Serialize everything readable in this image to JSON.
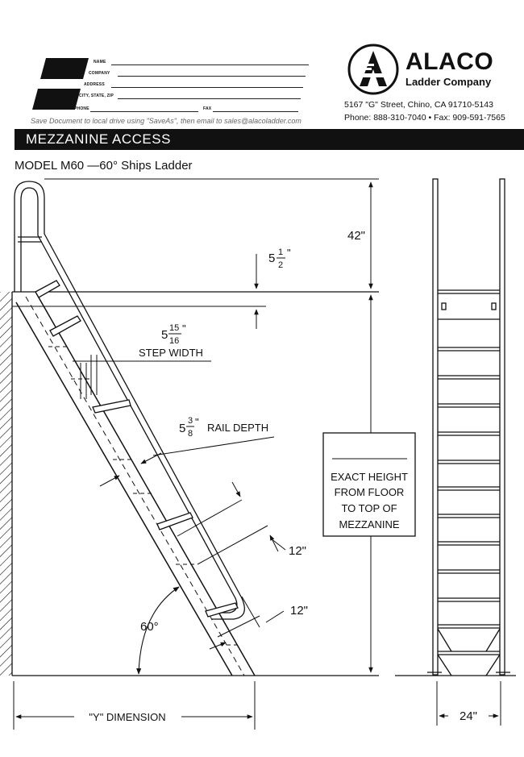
{
  "form": {
    "fields": [
      "NAME",
      "COMPANY",
      "ADDRESS",
      "CITY, STATE, ZIP",
      "PHONE"
    ],
    "fax_label": "FAX",
    "save_note": "Save Document to local drive using \"SaveAs\", then email to sales@alacoladder.com"
  },
  "company": {
    "name": "ALACO",
    "subtitle": "Ladder Company",
    "address": "5167 \"G\" Street, Chino, CA 91710-5143",
    "contact": "Phone: 888-310-7040  •  Fax: 909-591-7565"
  },
  "section_title": "MEZZANINE ACCESS",
  "model_title": "MODEL M60 —60° Ships Ladder",
  "drawing": {
    "dim_42": "42\"",
    "dim_5half_whole": "5",
    "dim_5half_num": "1",
    "dim_5half_den": "2",
    "dim_step_whole": "5",
    "dim_step_num": "15",
    "dim_step_den": "16",
    "step_width": "STEP WIDTH",
    "dim_rail_whole": "5",
    "dim_rail_num": "3",
    "dim_rail_den": "8",
    "rail_depth": "RAIL DEPTH",
    "exact_height": [
      "EXACT HEIGHT",
      "FROM FLOOR",
      "TO TOP OF",
      "MEZZANINE"
    ],
    "dim_12a": "12\"",
    "dim_12b": "12\"",
    "angle": "60°",
    "y_dimension": "\"Y\" DIMENSION",
    "dim_24": "24\""
  }
}
